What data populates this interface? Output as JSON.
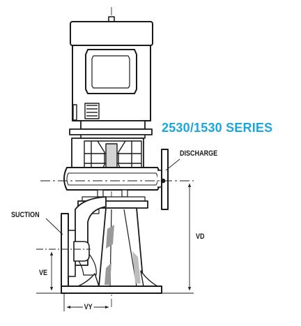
{
  "series_title": "2530/1530 SERIES",
  "labels": {
    "discharge": "DISCHARGE",
    "suction": "SUCTION",
    "vd": "VD",
    "ve": "VE",
    "vy": "VY"
  },
  "colors": {
    "title": "#1ba6dd",
    "line": "#1a1a1a",
    "shade": "#9a9a9a"
  }
}
